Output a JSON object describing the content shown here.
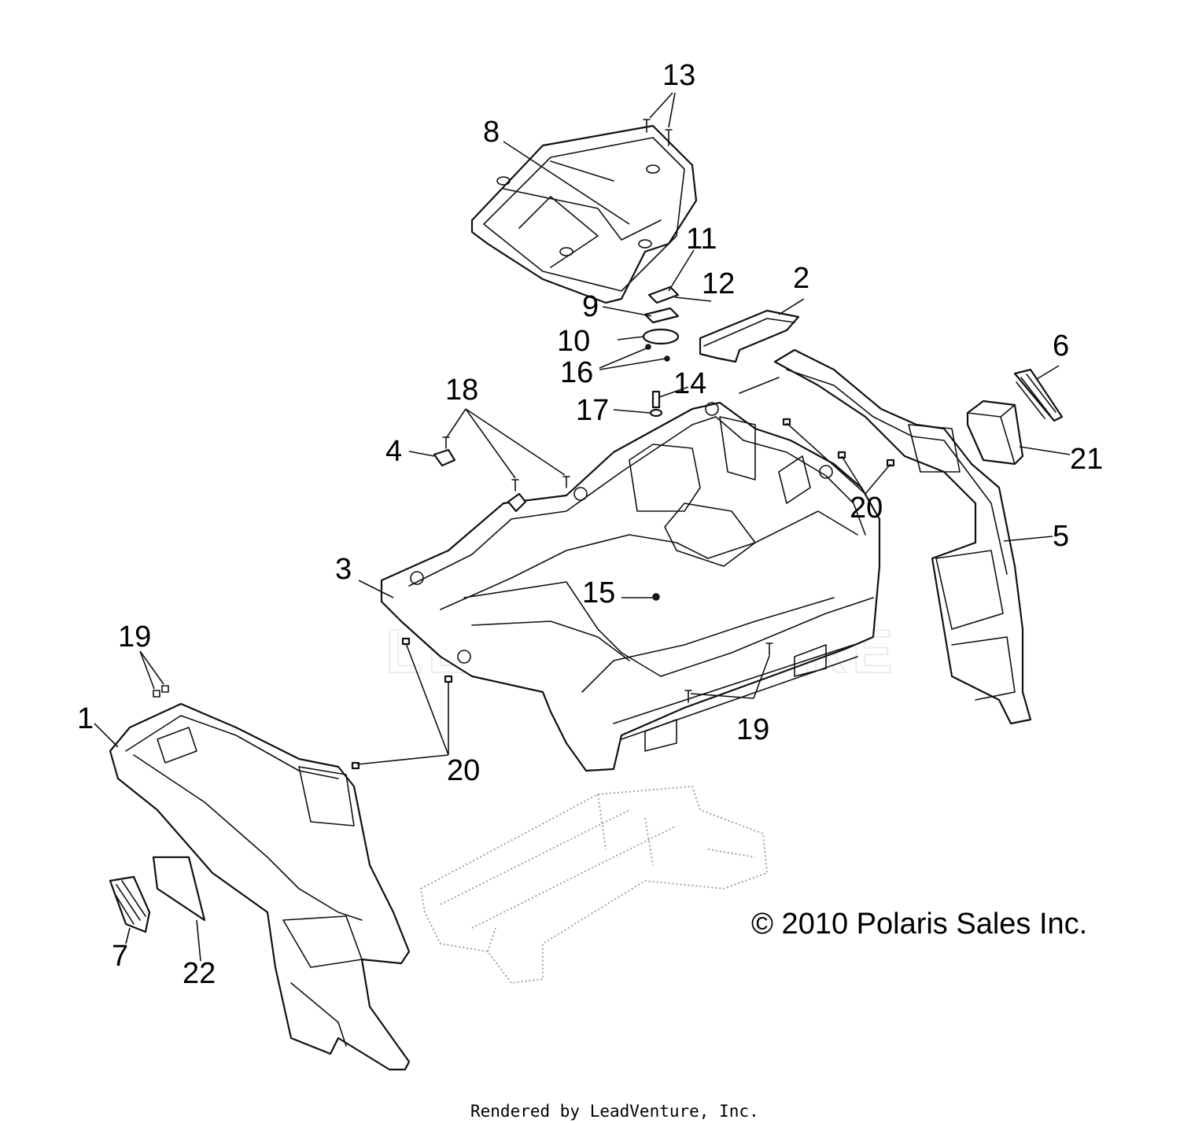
{
  "diagram": {
    "callouts": {
      "c1": "1",
      "c2": "2",
      "c3": "3",
      "c4": "4",
      "c5": "5",
      "c6": "6",
      "c7": "7",
      "c8": "8",
      "c9": "9",
      "c10": "10",
      "c11": "11",
      "c12": "12",
      "c13": "13",
      "c14": "14",
      "c15": "15",
      "c16": "16",
      "c17": "17",
      "c18": "18",
      "c19a": "19",
      "c19b": "19",
      "c20a": "20",
      "c20b": "20",
      "c21": "21",
      "c22": "22"
    },
    "copyright": "© 2010 Polaris Sales Inc.",
    "rendered_by": "Rendered by LeadVenture, Inc.",
    "watermark": "LEADVENTURE"
  },
  "colors": {
    "line": "#111111",
    "background": "#ffffff",
    "frame_ghost": "#9a9a9a"
  }
}
